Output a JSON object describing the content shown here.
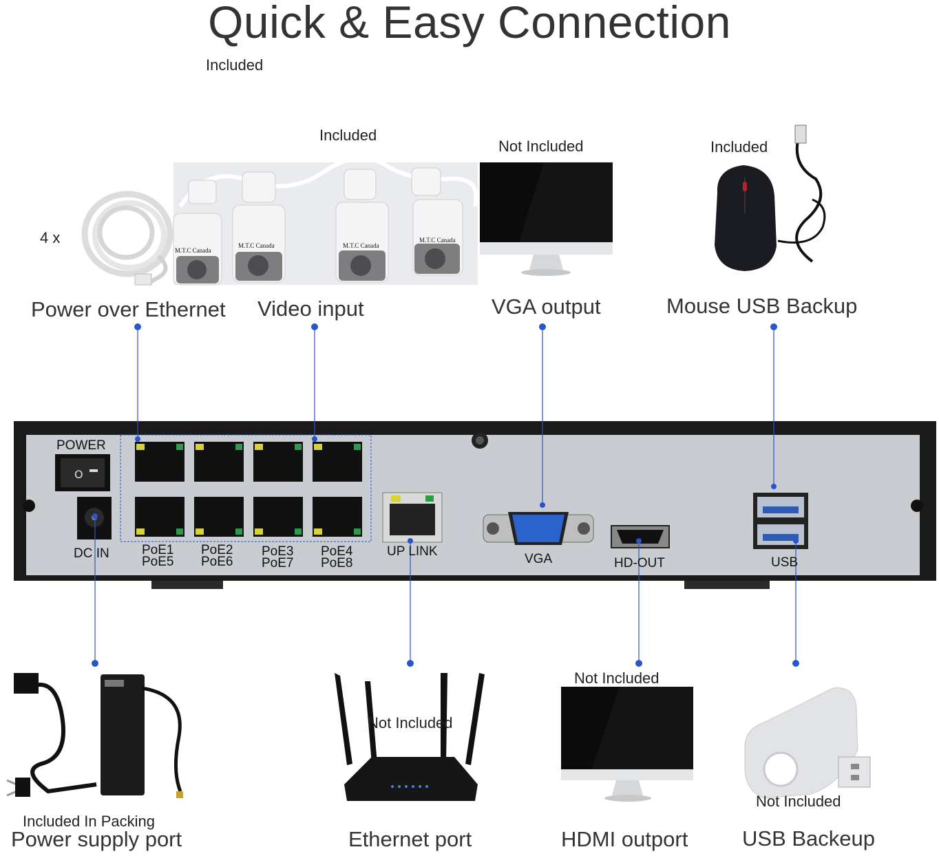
{
  "title": "Quick & Easy Connection",
  "top": {
    "included_header": "Included",
    "included_cameras": "Included",
    "qty": "4 x",
    "camera_brand": "M.T.C Canada",
    "not_included_vga": "Not Included",
    "included_mouse": "Included"
  },
  "features": {
    "poe": "Power over Ethernet",
    "video": "Video input",
    "vga": "VGA output",
    "mouse": "Mouse USB  Backup"
  },
  "panel": {
    "power": "POWER",
    "dc_in": "DC IN",
    "poe_col1": [
      "PoE1",
      "PoE5"
    ],
    "poe_col2": [
      "PoE2",
      "PoE6"
    ],
    "poe_col3": [
      "PoE3",
      "PoE7"
    ],
    "poe_col4": [
      "PoE4",
      "PoE8"
    ],
    "uplink": "UP LINK",
    "vga": "VGA",
    "hdout": "HD-OUT",
    "usb": "USB"
  },
  "bottom": {
    "psu_note": "Included In Packing",
    "psu": "Power supply port",
    "router_note": "Not Included",
    "ethernet": "Ethernet port",
    "hdmi_note": "Not Included",
    "hdmi": "HDMI outport",
    "usb_note": "Not Included",
    "usb": "USB Backeup"
  },
  "colors": {
    "accent": "#2a55c8",
    "panel": "#c9cdd2",
    "frame": "#1a1a1a"
  }
}
